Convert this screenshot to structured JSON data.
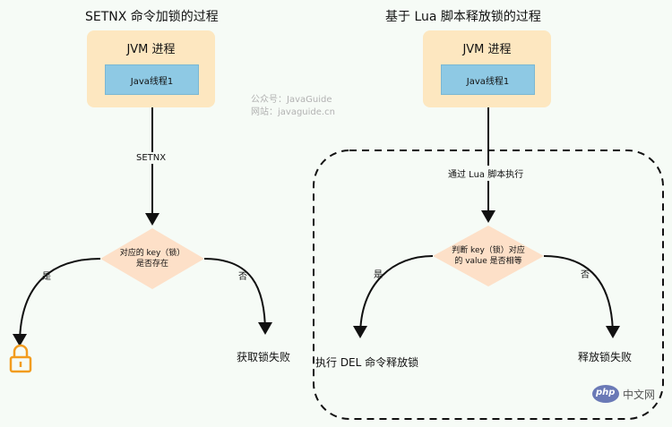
{
  "left": {
    "title": "SETNX 命令加锁的过程",
    "jvm_title": "JVM 进程",
    "thread_label": "Java线程1",
    "edge_label": "SETNX",
    "decision_line1": "对应的 key（锁）",
    "decision_line2": "是否存在",
    "yes_label": "是",
    "no_label": "否",
    "no_result": "获取锁失败",
    "yes_result_icon": "lock-icon"
  },
  "right": {
    "title": "基于 Lua 脚本释放锁的过程",
    "jvm_title": "JVM 进程",
    "thread_label": "Java线程1",
    "edge_label": "通过 Lua 脚本执行",
    "decision_line1": "判断 key（锁）对应",
    "decision_line2": "的 value 是否相等",
    "yes_label": "是",
    "no_label": "否",
    "yes_result": "执行 DEL 命令释放锁",
    "no_result": "释放锁失败"
  },
  "watermark": {
    "line1": "公众号：JavaGuide",
    "line2": "网站：javaguide.cn"
  },
  "badge": {
    "php_text": "php",
    "site_text": "中文网"
  },
  "colors": {
    "jvm_fill": "#fde7c0",
    "thread_fill": "#8ec9e4",
    "diamond_fill": "#fde0c8",
    "lock_color": "#f29c1f"
  }
}
